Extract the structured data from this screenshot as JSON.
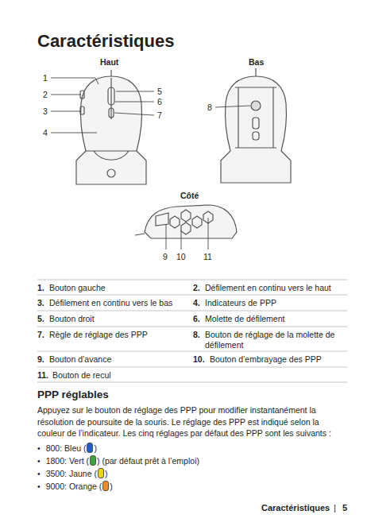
{
  "diagram": {
    "title": "Caractéristiques",
    "labels": [
      "Haut",
      "Bas",
      "1",
      "2",
      "3",
      "4",
      "5",
      "6",
      "7",
      "8",
      "Côté",
      "9",
      "10",
      "11",
      "1.",
      "Bouton gauche",
      "2.",
      "Défilement en continu vers le haut",
      "3.",
      "Défilement en continu vers le bas",
      "4.",
      "Indicateurs de PPP",
      "5.",
      "Bouton droit",
      "6.",
      "Molette de défilement",
      "7.",
      "Règle de réglage des PPP",
      "8.",
      "Bouton de réglage de la molette de défilement",
      "9.",
      "Bouton d’avance",
      "10.",
      "Bouton d’embrayage des PPP",
      "11.",
      "Bouton de recul",
      "PPP réglables",
      "Appuyez sur le bouton de réglage des PPP pour modifier instantanément la résolution de poursuite de la souris. Le réglage des PPP est indiqué selon la couleur de l’indicateur. Les cinq réglages par défaut des PPP sont les suivants :",
      ")",
      ") (par défaut prêt à l’emploi)",
      ")",
      ")",
      "Caractéristiques",
      "|",
      "5",
      "•",
      "•",
      "•",
      "•"
    ],
    "legend": [
      {
        "text": "800: Bleu (",
        "color": "#1f5fbf"
      },
      {
        "text": "1800: Vert (",
        "color": "#3aa53a"
      },
      {
        "text": "3500: Jaune (",
        "color": "#f2d31b"
      },
      {
        "text": "9000: Orange (",
        "color": "#f28a1b"
      }
    ]
  }
}
